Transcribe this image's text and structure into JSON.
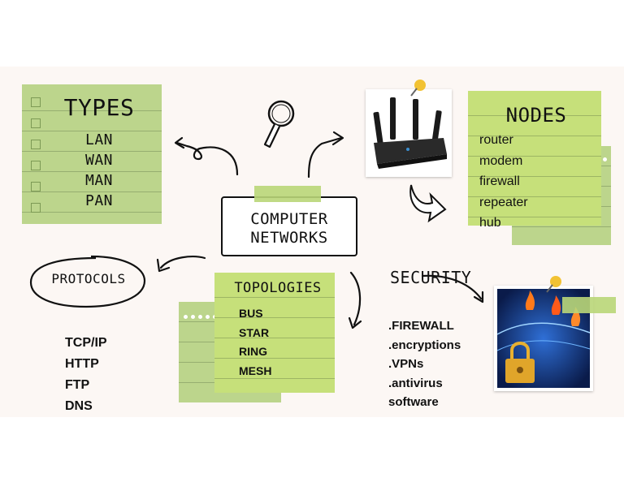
{
  "central": {
    "title_line1": "COMPUTER",
    "title_line2": "NETWORKS"
  },
  "types": {
    "title": "TYPES",
    "items": [
      "LAN",
      "WAN",
      "MAN",
      "PAN"
    ]
  },
  "nodes": {
    "title": "NODES",
    "items": [
      "router",
      "modem",
      "firewall",
      "repeater",
      "hub"
    ]
  },
  "protocols": {
    "title": "PROTOCOLS",
    "items": [
      "TCP/IP",
      "HTTP",
      "FTP",
      "DNS"
    ]
  },
  "topologies": {
    "title": "TOPOLOGIES",
    "items": [
      "BUS",
      "STAR",
      "RING",
      "MESH"
    ]
  },
  "security": {
    "title": "SECURITY",
    "items": [
      ".FIREWALL",
      ".encryptions",
      ".VPNs",
      ".antivirus",
      "software"
    ]
  },
  "icons": [
    "magnifier-icon",
    "router-photo",
    "pushpin-icon",
    "padlock-photo",
    "arrow-icon"
  ],
  "colors": {
    "note_green": "#bcd58c",
    "note_lime": "#c6e07a",
    "board": "#fcf7f4",
    "ink": "#111111"
  }
}
